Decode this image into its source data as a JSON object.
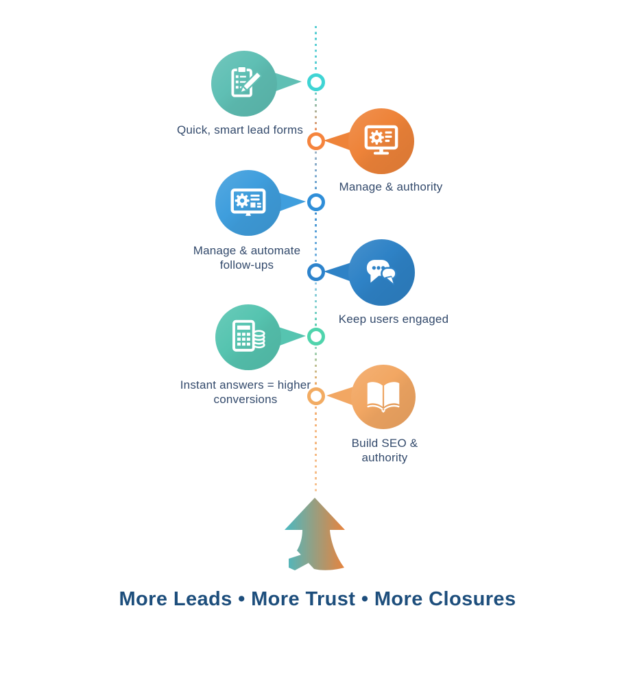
{
  "palette": {
    "background": "#ffffff",
    "label_text": "#32496b",
    "headline_text": "#1d4e7c",
    "arrow_gradient_start": "#41bcc9",
    "arrow_gradient_end": "#f08036"
  },
  "items": [
    {
      "side": "left",
      "icon": "clipboard-pencil-icon",
      "label_lines": [
        "Quick, smart lead forms"
      ],
      "bubble_color": "#5fbfb4",
      "node_color": "#3fd4d4"
    },
    {
      "side": "right",
      "icon": "monitor-gear-icon",
      "label_lines": [
        "Manage & authority"
      ],
      "bubble_color": "#ee8339",
      "node_color": "#f5843d"
    },
    {
      "side": "left",
      "icon": "browser-gear-icon",
      "label_lines": [
        "Manage & automate",
        "follow-ups"
      ],
      "bubble_color": "#3f9edd",
      "node_color": "#2f8ed8"
    },
    {
      "side": "right",
      "icon": "chat-bubbles-icon",
      "label_lines": [
        "Keep users engaged"
      ],
      "bubble_color": "#2e82c6",
      "node_color": "#2d83cc"
    },
    {
      "side": "left",
      "icon": "calculator-coins-icon",
      "label_lines": [
        "Instant answers = higher",
        "conversions"
      ],
      "bubble_color": "#56c4b0",
      "node_color": "#4fd4ac"
    },
    {
      "side": "right",
      "icon": "open-book-icon",
      "label_lines": [
        "Build SEO &",
        "authority"
      ],
      "bubble_color": "#f2a763",
      "node_color": "#f2ab62"
    }
  ],
  "timeline": {
    "segments": [
      {
        "c1": "#58ced3",
        "c2": "#58ced3"
      },
      {
        "c1": "#6ecfc9",
        "c2": "#ef8f5e"
      },
      {
        "c1": "#9fb4c6",
        "c2": "#5b9cd0"
      },
      {
        "c1": "#3f90d1",
        "c2": "#7ab5e0"
      },
      {
        "c1": "#98cbe6",
        "c2": "#5dcfb2"
      },
      {
        "c1": "#8ed6bd",
        "c2": "#f2a763"
      },
      {
        "c1": "#f3ae72",
        "c2": "#f6c18f"
      }
    ]
  },
  "footer": {
    "headline": "More Leads • More Trust • More Closures"
  }
}
